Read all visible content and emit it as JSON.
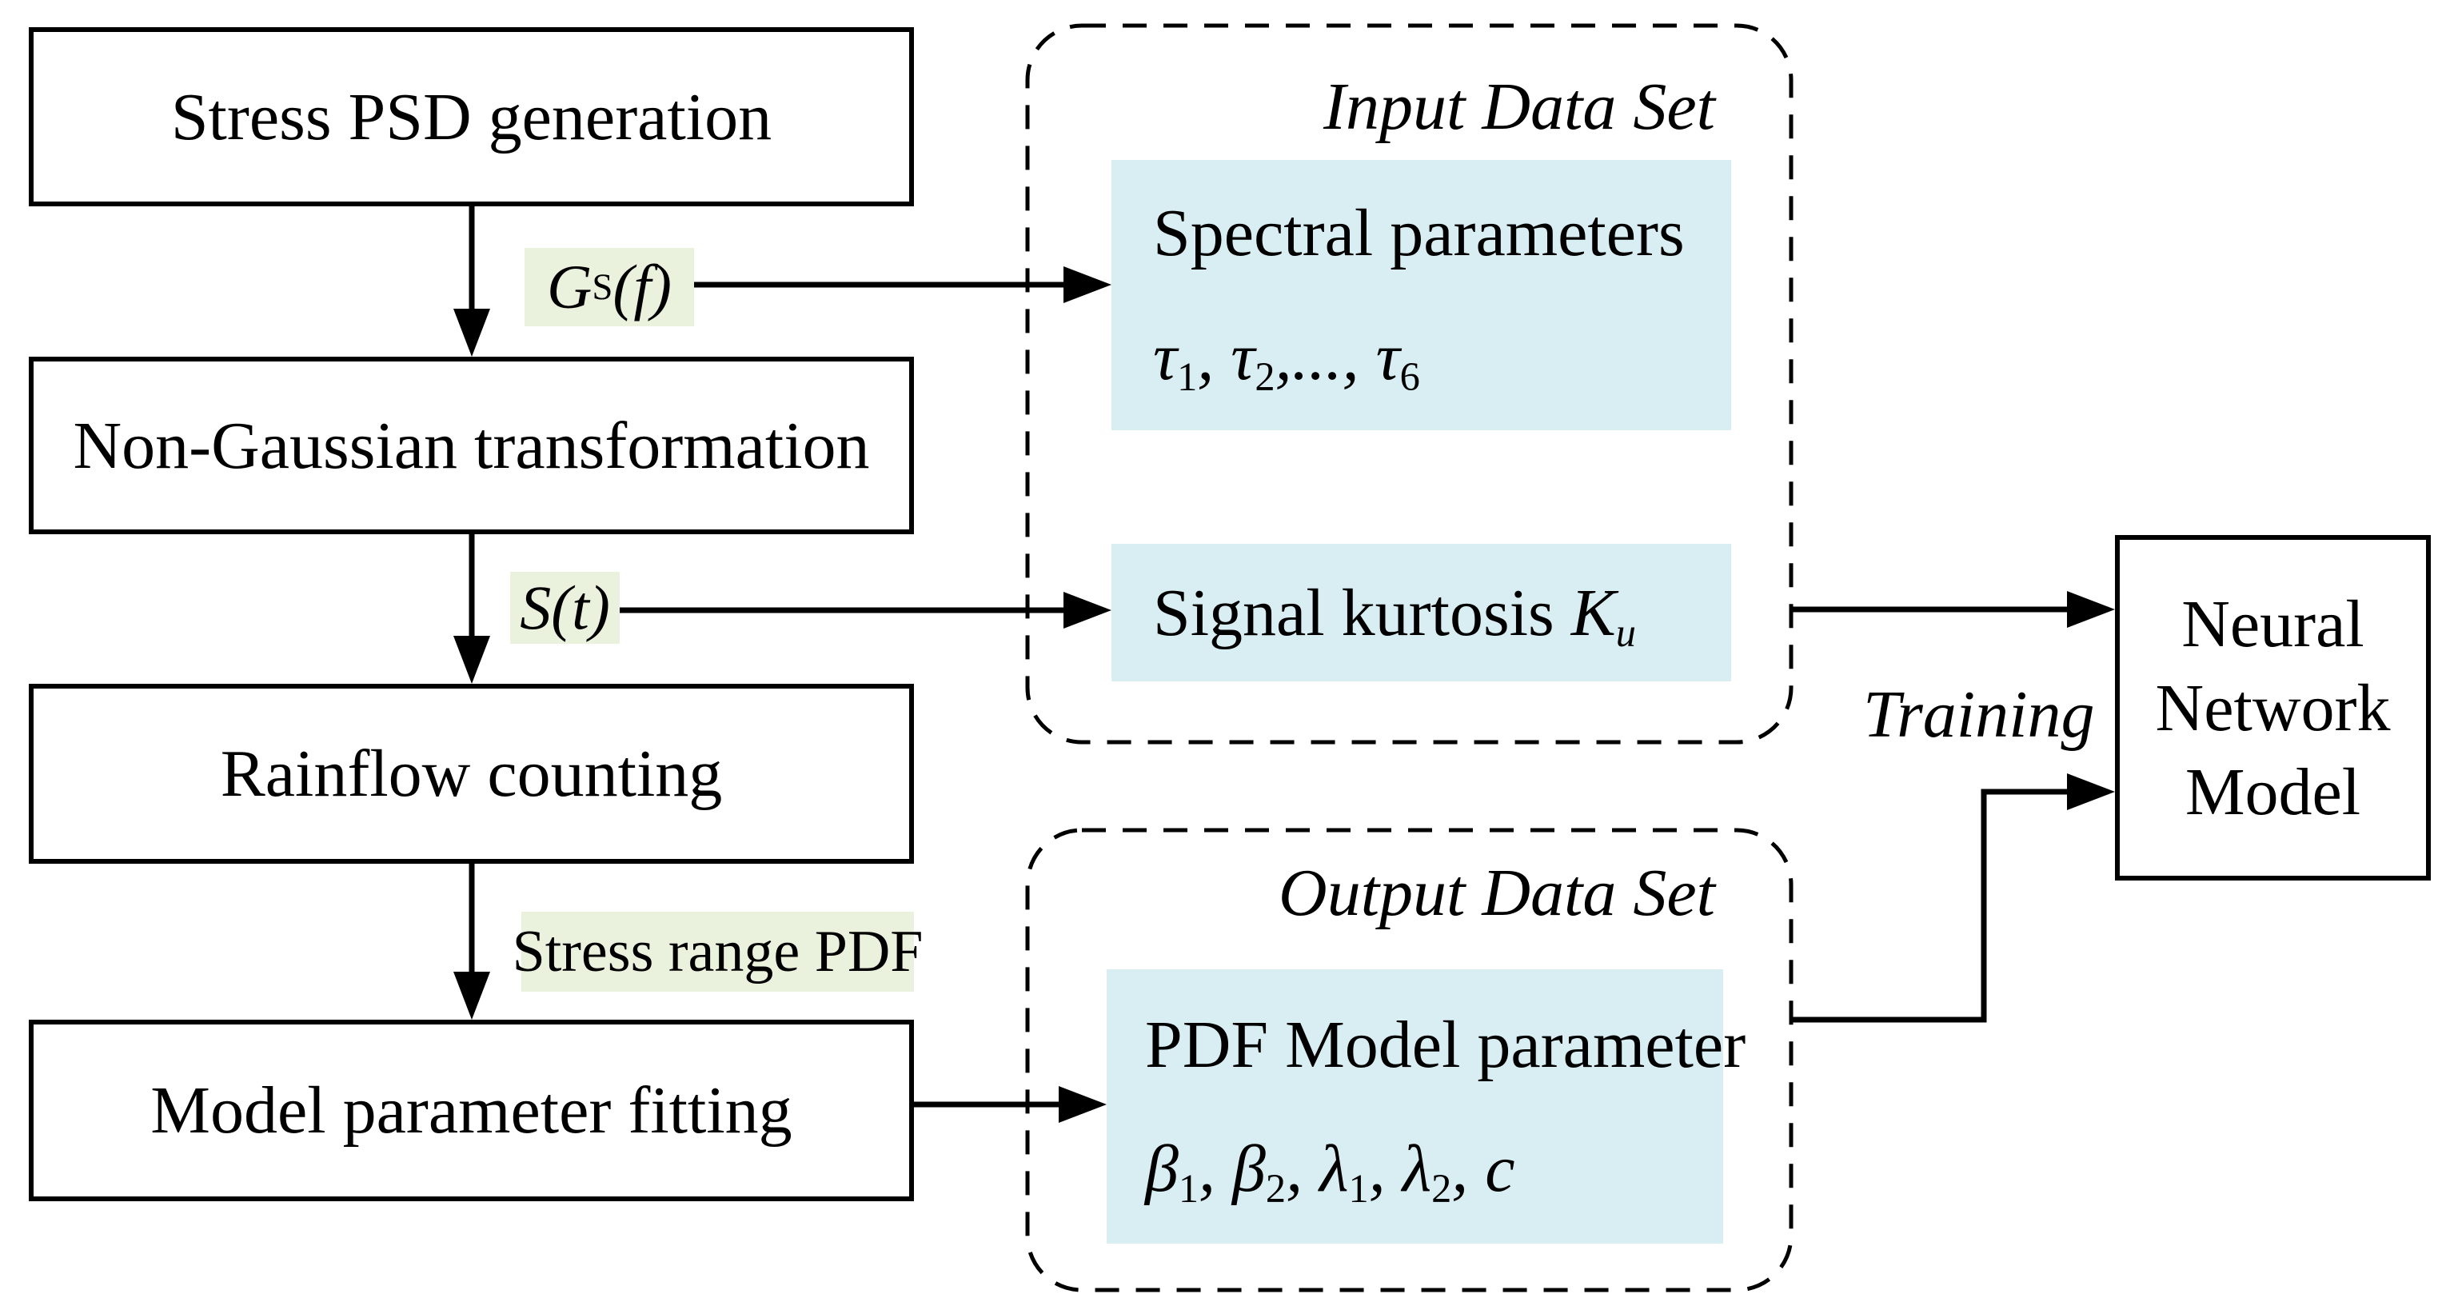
{
  "colors": {
    "edge_label_bg": "#eaf1dd",
    "data_box_bg": "#d9eef3",
    "line_color": "#000000"
  },
  "flow_boxes": {
    "box1": "Stress PSD generation",
    "box2": "Non-Gaussian transformation",
    "box3": "Rainflow counting",
    "box4": "Model parameter fitting"
  },
  "edge_labels": {
    "gsf": {
      "base": "G",
      "sub": "S",
      "rest": "(f)"
    },
    "st": {
      "text": "S(t)"
    },
    "stress_range_pdf": {
      "text": "Stress range PDF"
    }
  },
  "input_set": {
    "title": "Input Data Set",
    "spectral": {
      "line1": "Spectral parameters",
      "tau": [
        {
          "b": "τ",
          "s": "1"
        },
        {
          "b": ", τ",
          "s": "2"
        },
        {
          "b": ",..., τ",
          "s": "6"
        }
      ]
    },
    "kurtosis": {
      "text": "Signal kurtosis ",
      "k": "K",
      "sub": "u"
    }
  },
  "output_set": {
    "title": "Output Data Set",
    "pdf_param": {
      "line1": "PDF Model parameter",
      "params": [
        {
          "b": "β",
          "s": "1"
        },
        {
          "b": ", β",
          "s": "2"
        },
        {
          "b": ", λ",
          "s": "1"
        },
        {
          "b": ", λ",
          "s": "2"
        },
        {
          "b": ", c",
          "s": ""
        }
      ]
    }
  },
  "nn": {
    "line1": "Neural",
    "line2": "Network",
    "line3": "Model"
  },
  "training_label": "Training"
}
